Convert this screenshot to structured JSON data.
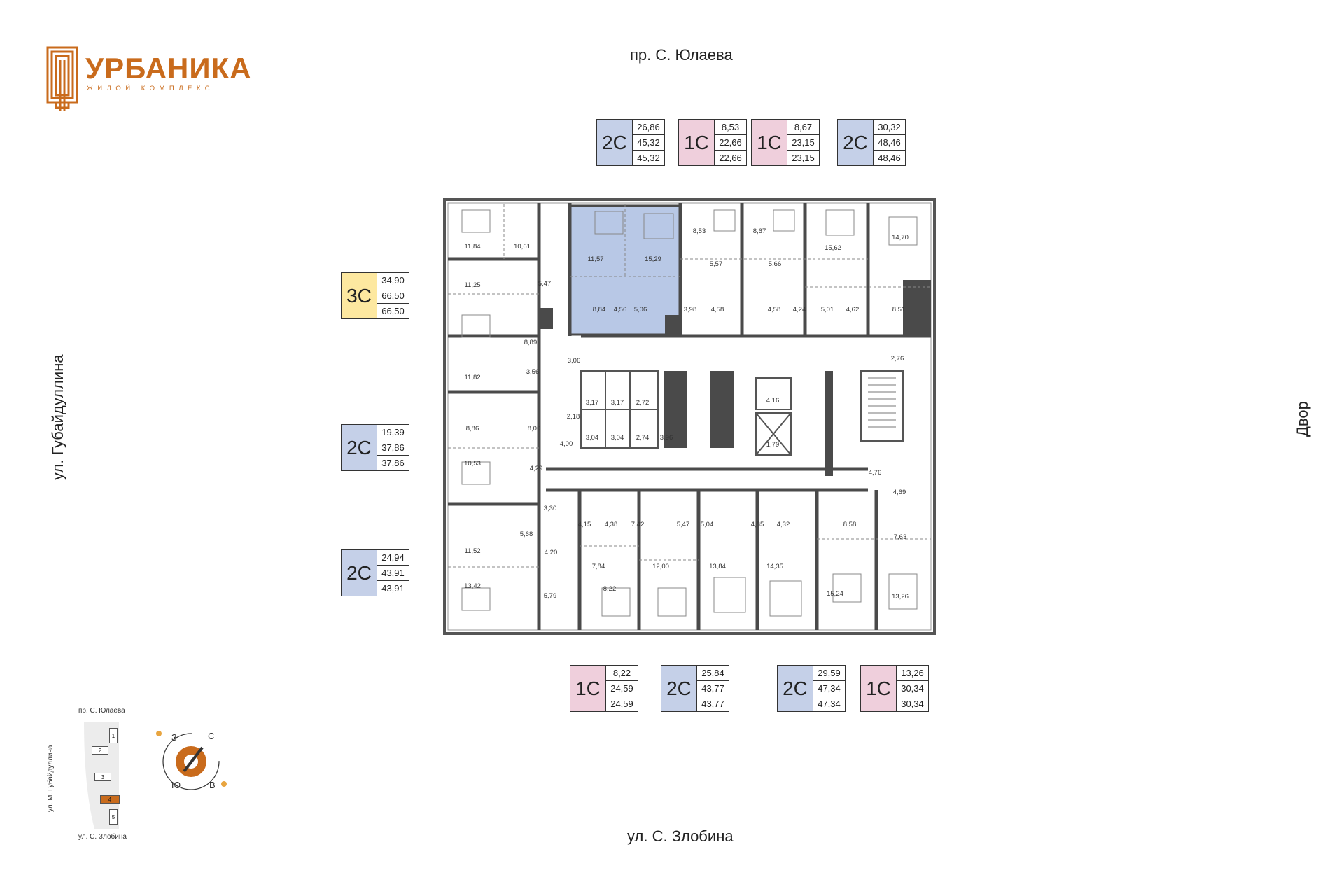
{
  "logo": {
    "title": "УРБАНИКА",
    "subtitle": "ЖИЛОЙ КОМПЛЕКС"
  },
  "streets": {
    "north": "пр. С. Юлаева",
    "south": "ул. С. Злобина",
    "west": "ул. Губайдуллина",
    "east": "Двор"
  },
  "colors": {
    "type_2c": "#c5d0e8",
    "type_1c": "#efcfdc",
    "type_3c": "#fde8a0",
    "selected_unit": "#b8c8e6",
    "brand": "#c96b1c",
    "walls": "#4a4a4a"
  },
  "badges_top": [
    {
      "code": "2С",
      "values": [
        "26,86",
        "45,32",
        "45,32"
      ],
      "type": "2c"
    },
    {
      "code": "1С",
      "values": [
        "8,53",
        "22,66",
        "22,66"
      ],
      "type": "1c"
    },
    {
      "code": "1С",
      "values": [
        "8,67",
        "23,15",
        "23,15"
      ],
      "type": "1c"
    },
    {
      "code": "2С",
      "values": [
        "30,32",
        "48,46",
        "48,46"
      ],
      "type": "2c"
    }
  ],
  "badges_left": [
    {
      "code": "3С",
      "values": [
        "34,90",
        "66,50",
        "66,50"
      ],
      "type": "3c"
    },
    {
      "code": "2С",
      "values": [
        "19,39",
        "37,86",
        "37,86"
      ],
      "type": "2c"
    },
    {
      "code": "2С",
      "values": [
        "24,94",
        "43,91",
        "43,91"
      ],
      "type": "2c"
    }
  ],
  "badges_bottom": [
    {
      "code": "1С",
      "values": [
        "8,22",
        "24,59",
        "24,59"
      ],
      "type": "1c"
    },
    {
      "code": "2С",
      "values": [
        "25,84",
        "43,77",
        "43,77"
      ],
      "type": "2c"
    },
    {
      "code": "2С",
      "values": [
        "29,59",
        "47,34",
        "47,34"
      ],
      "type": "2c"
    },
    {
      "code": "1С",
      "values": [
        "13,26",
        "30,34",
        "30,34"
      ],
      "type": "1c"
    }
  ],
  "room_areas": [
    "11,84",
    "10,61",
    "11,57",
    "15,29",
    "8,53",
    "8,67",
    "15,62",
    "14,70",
    "5,57",
    "5,66",
    "11,25",
    "5,47",
    "8,84",
    "4,56",
    "5,06",
    "3,98",
    "4,58",
    "4,58",
    "4,24",
    "5,01",
    "4,62",
    "8,51",
    "8,89",
    "11,82",
    "3,56",
    "3,06",
    "2,76",
    "3,17",
    "3,17",
    "2,72",
    "4,16",
    "2,18",
    "3,04",
    "3,04",
    "2,74",
    "3,96",
    "1,79",
    "8,86",
    "8,00",
    "4,00",
    "10,53",
    "4,29",
    "4,76",
    "4,69",
    "3,30",
    "5,68",
    "4,15",
    "4,38",
    "7,42",
    "5,47",
    "5,04",
    "4,85",
    "4,32",
    "8,58",
    "7,63",
    "11,52",
    "4,20",
    "7,84",
    "12,00",
    "13,84",
    "14,35",
    "13,42",
    "5,79",
    "8,22",
    "15,24",
    "13,26"
  ],
  "site_plan": {
    "street_top": "пр. С. Юлаева",
    "street_bottom": "ул. С. Злобина",
    "street_left": "ул. М. Губайдуллина",
    "buildings": [
      "1",
      "2",
      "3",
      "4",
      "5"
    ],
    "selected_building": "4"
  },
  "compass": {
    "north": "С",
    "south": "Ю",
    "west": "З",
    "east": "В"
  }
}
